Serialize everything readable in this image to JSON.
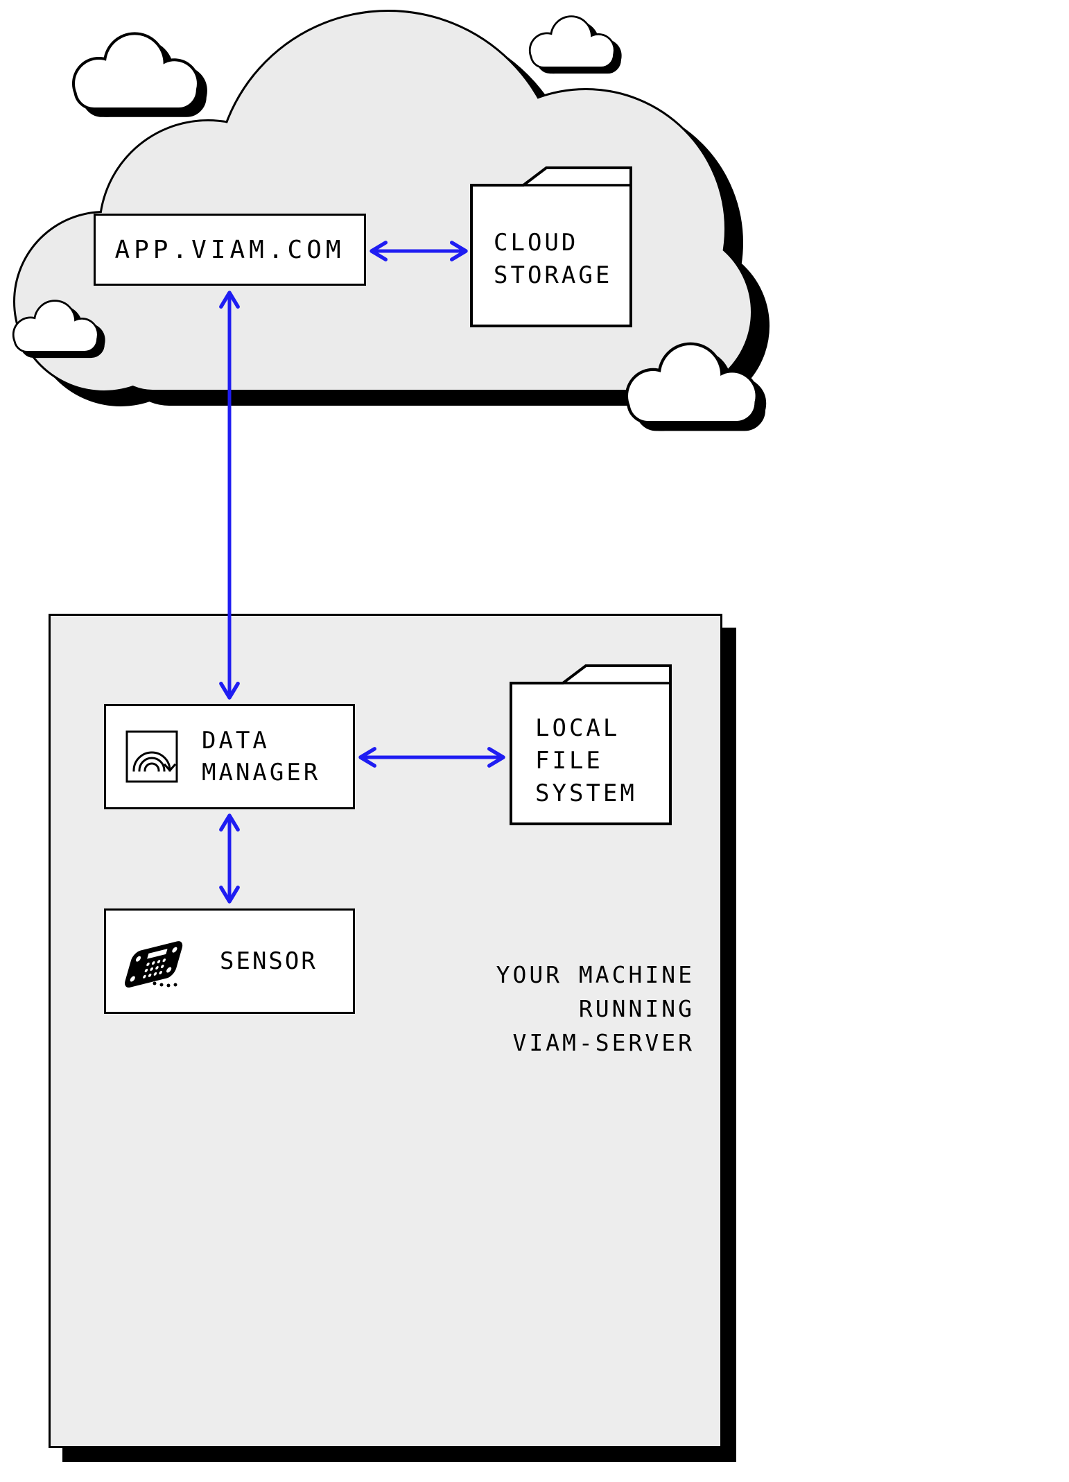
{
  "cloud_section": {
    "app_box": {
      "label": "APP.VIAM.COM"
    },
    "cloud_storage_folder": {
      "lines": [
        "CLOUD",
        "STORAGE"
      ]
    }
  },
  "machine_section": {
    "data_manager_box": {
      "lines": [
        "DATA",
        "MANAGER"
      ],
      "icon": "data-manager-icon"
    },
    "local_file_system_folder": {
      "lines": [
        "LOCAL",
        "FILE",
        "SYSTEM"
      ]
    },
    "sensor_box": {
      "label": "SENSOR",
      "icon": "sensor-board-icon"
    },
    "caption_lines": [
      "YOUR MACHINE",
      "RUNNING",
      "VIAM-SERVER"
    ]
  },
  "connections": [
    {
      "from": "APP.VIAM.COM",
      "to": "CLOUD STORAGE",
      "style": "bidirectional-arrow"
    },
    {
      "from": "APP.VIAM.COM",
      "to": "DATA MANAGER",
      "style": "bidirectional-arrow"
    },
    {
      "from": "DATA MANAGER",
      "to": "LOCAL FILE SYSTEM",
      "style": "bidirectional-arrow"
    },
    {
      "from": "DATA MANAGER",
      "to": "SENSOR",
      "style": "bidirectional-arrow"
    }
  ],
  "colors": {
    "arrow": "#1f1df2",
    "cloud_fill": "#ebebeb",
    "machine_fill": "#ededed",
    "box_fill": "#ffffff",
    "small_cloud_fill": "#ffffff",
    "outline": "#000000",
    "shadow": "#000000"
  }
}
